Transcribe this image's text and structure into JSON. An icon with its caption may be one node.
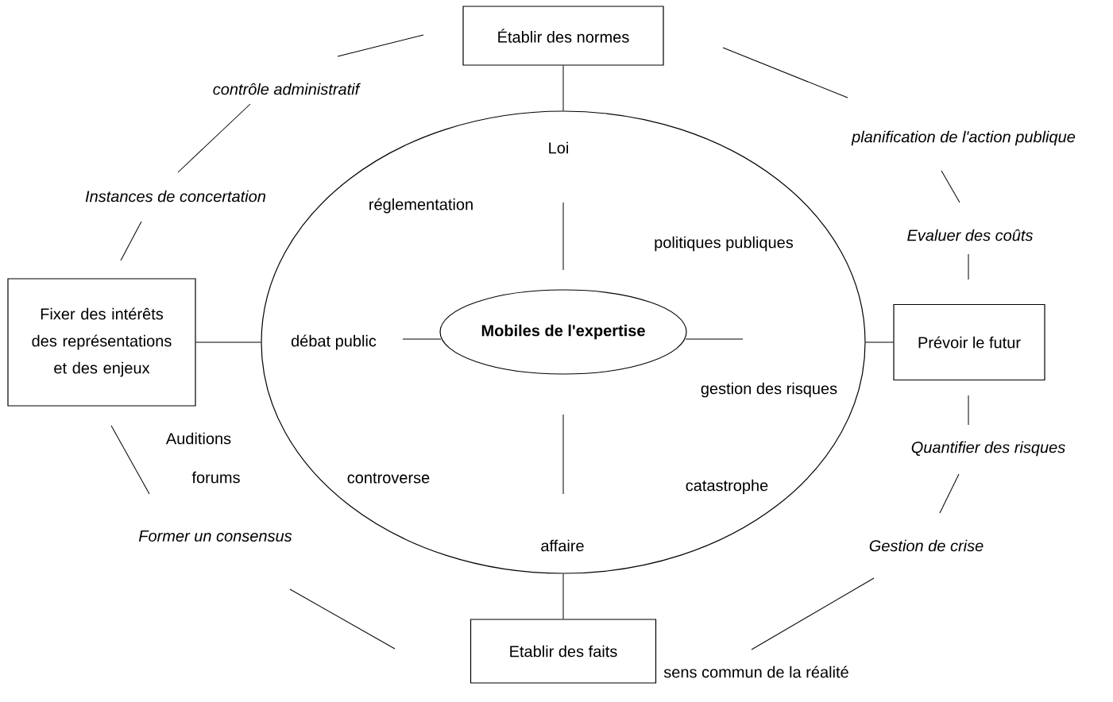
{
  "diagram": {
    "nodes": [
      {
        "text": [
          "Établir des normes"
        ]
      },
      {
        "text": [
          "Loi",
          "réglementation",
          "politiques publiques",
          "débat public",
          "gestion des risques",
          "controverse",
          "catastrophe",
          "affaire"
        ]
      },
      {
        "text": [
          "Mobiles de l'expertise"
        ],
        "in": 1
      },
      {
        "text": [
          "Fixer des intérêts des représentations et des enjeux"
        ]
      },
      {
        "text": [
          "Prévoir le futur"
        ]
      },
      {
        "text": [
          "Etablir des faits"
        ]
      }
    ],
    "edges": [
      {
        "from": 0,
        "to": 1,
        "arrow": "none"
      },
      {
        "from": 3,
        "to": 1,
        "arrow": "none"
      },
      {
        "from": 4,
        "to": 1,
        "arrow": "none"
      },
      {
        "from": 1,
        "to": 5,
        "arrow": "none"
      }
    ],
    "labels": [
      "contrôle administratif",
      "planification de l'action publique",
      "Instances de concertation",
      "Evaluer des coûts",
      "Quantifier des risques",
      "Auditions",
      "forums",
      "Former un consensus",
      "Gestion de crise",
      "sens commun de la réalité"
    ]
  }
}
